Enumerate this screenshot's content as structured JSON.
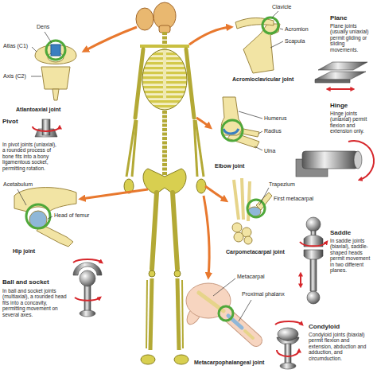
{
  "diagram": {
    "labels": [
      "Dens",
      "Atlas (C1)",
      "Axis (C2)",
      "Atlantoaxial joint",
      "Pivot",
      "In pivot joints (uniaxial), a rounded process of bone fits into a bony ligamentous socket, permitting rotation.",
      "Acetabulum",
      "Head of femur",
      "Hip joint",
      "Ball and socket",
      "In ball and socket joints (multiaxial), a rounded head fits into a concavity, permitting movement on several axes.",
      "Clavicle",
      "Acromion",
      "Scapula",
      "Acromioclavicular joint",
      "Plane",
      "Plane joints (usually uniaxial) permit gliding or sliding movements.",
      "Humerus",
      "Radius",
      "Ulna",
      "Elbow joint",
      "Hinge",
      "Hinge joints (uniaxial) permit flexion and extension only.",
      "Trapezium",
      "First metacarpal",
      "Carpometacarpal joint",
      "Saddle",
      "In saddle joints (biaxial), saddle-shaped heads permit movement in two different planes.",
      "Metacarpal",
      "Proximal phalanx",
      "Metacarpophalangeal joint",
      "Condyloid",
      "Condyloid joints (biaxial) permit flexion and extension, abduction and adduction, and circumduction."
    ]
  }
}
